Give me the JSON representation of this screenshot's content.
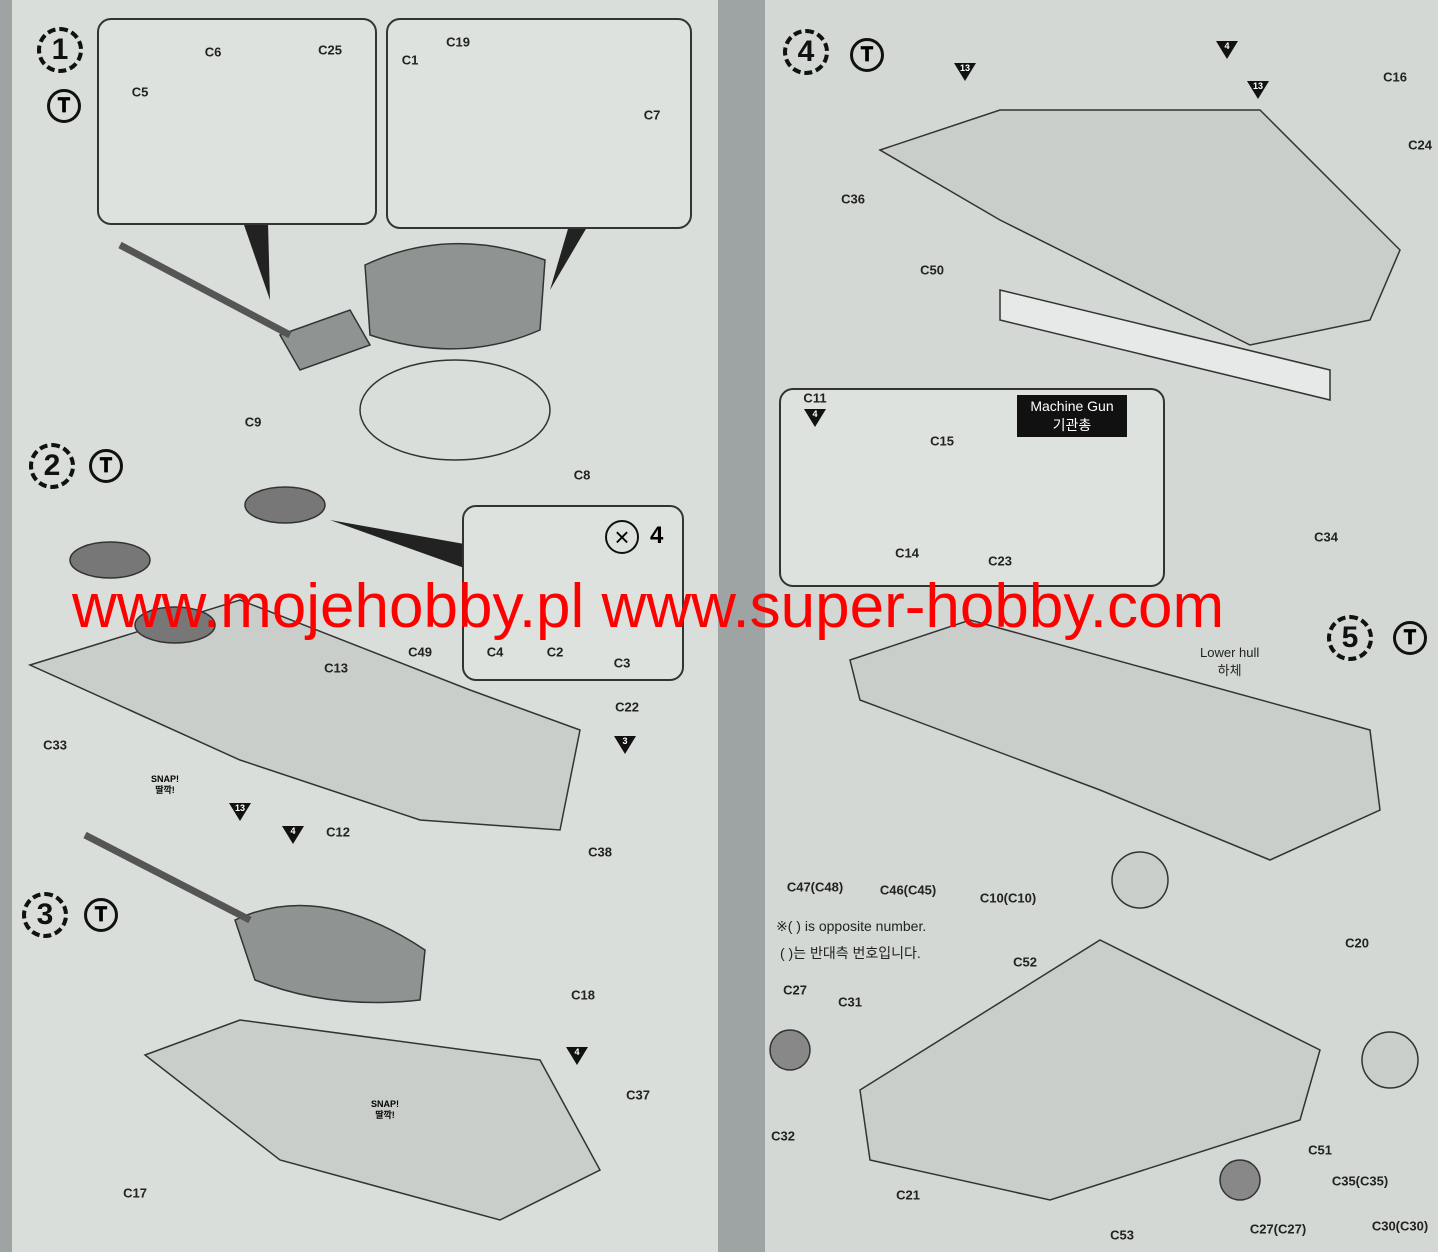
{
  "steps": [
    "1",
    "2",
    "3",
    "4",
    "5"
  ],
  "hammer_icon": "glue-icon",
  "left_labels": [
    "C6",
    "C25",
    "C5",
    "C19",
    "C1",
    "C7",
    "C9",
    "C8",
    "C4",
    "C2",
    "C3",
    "C49",
    "C13",
    "C22",
    "C33",
    "C12",
    "C38",
    "C18",
    "C37",
    "C17"
  ],
  "right_labels": [
    "C16",
    "C24",
    "C36",
    "C50",
    "C34",
    "C11",
    "C15",
    "C14",
    "C23",
    "C47(C48)",
    "C46(C45)",
    "C10(C10)",
    "C20",
    "C52",
    "C27",
    "C31",
    "C32",
    "C21",
    "C53",
    "C27(C27)",
    "C51",
    "C35(C35)",
    "C30(C30)"
  ],
  "triangle_refs": [
    "13",
    "4",
    "3",
    "4",
    "4",
    "13",
    "13",
    "4"
  ],
  "inset_multiplier": "4",
  "snap": [
    "SNAP!",
    "딸깍!"
  ],
  "machine_gun": {
    "title": "Machine Gun",
    "title_kr": "기관총"
  },
  "lower_hull": {
    "label": "Lower hull",
    "label_kr": "하체"
  },
  "note": {
    "en": "※( ) is opposite number.",
    "kr": "( )는 반대측 번호입니다."
  },
  "watermark": "www.mojehobby.pl www.super-hobby.com"
}
